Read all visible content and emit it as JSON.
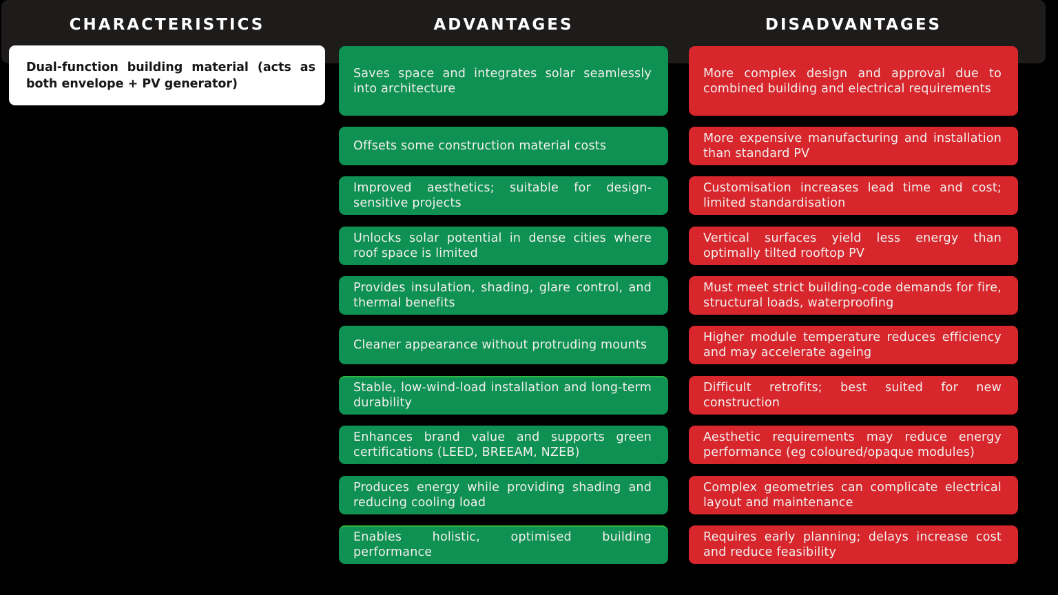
{
  "headers": {
    "characteristics": "CHARACTERISTICS",
    "advantages": "ADVANTAGES",
    "disadvantages": "DISADVANTAGES"
  },
  "characteristics": {
    "items": [
      "Dual-function building material (acts as both envelope + PV generator)"
    ]
  },
  "advantages": {
    "items": [
      "Saves space and integrates solar seamlessly into architecture",
      "Offsets some construction material costs",
      "Improved aesthetics; suitable for design-sensitive projects",
      "Unlocks solar potential in dense cities where roof space is limited",
      "Provides insulation, shading, glare control, and thermal benefits",
      "Cleaner appearance without protruding mounts",
      "Stable, low-wind-load installation and long-term durability",
      "Enhances brand value and supports green certifications (LEED, BREEAM, NZEB)",
      "Produces energy while providing shading and reducing cooling load",
      "Enables holistic, optimised building performance"
    ]
  },
  "disadvantages": {
    "items": [
      "More complex design and approval due to combined building and electrical requirements",
      "More expensive manufacturing and installation than standard PV",
      "Customisation increases lead time and cost; limited standardisation",
      "Vertical surfaces yield less energy than optimally tilted rooftop PV",
      "Must meet strict building-code demands for fire, structural loads, waterproofing",
      "Higher module temperature reduces efficiency and may accelerate ageing",
      "Difficult retrofits; best suited for new construction",
      "Aesthetic requirements may reduce energy performance (eg coloured/opaque modules)",
      "Complex geometries can complicate electrical layout and maintenance",
      "Requires early planning; delays increase cost and reduce feasibility"
    ]
  },
  "colors": {
    "background": "#000000",
    "header_bar": "#1e1b1b",
    "advantage_card": "#0e9152",
    "disadvantage_card": "#d7262c",
    "characteristic_card": "#ffffff",
    "card_text": "#f3efee",
    "accent_line": "#2eb944"
  }
}
